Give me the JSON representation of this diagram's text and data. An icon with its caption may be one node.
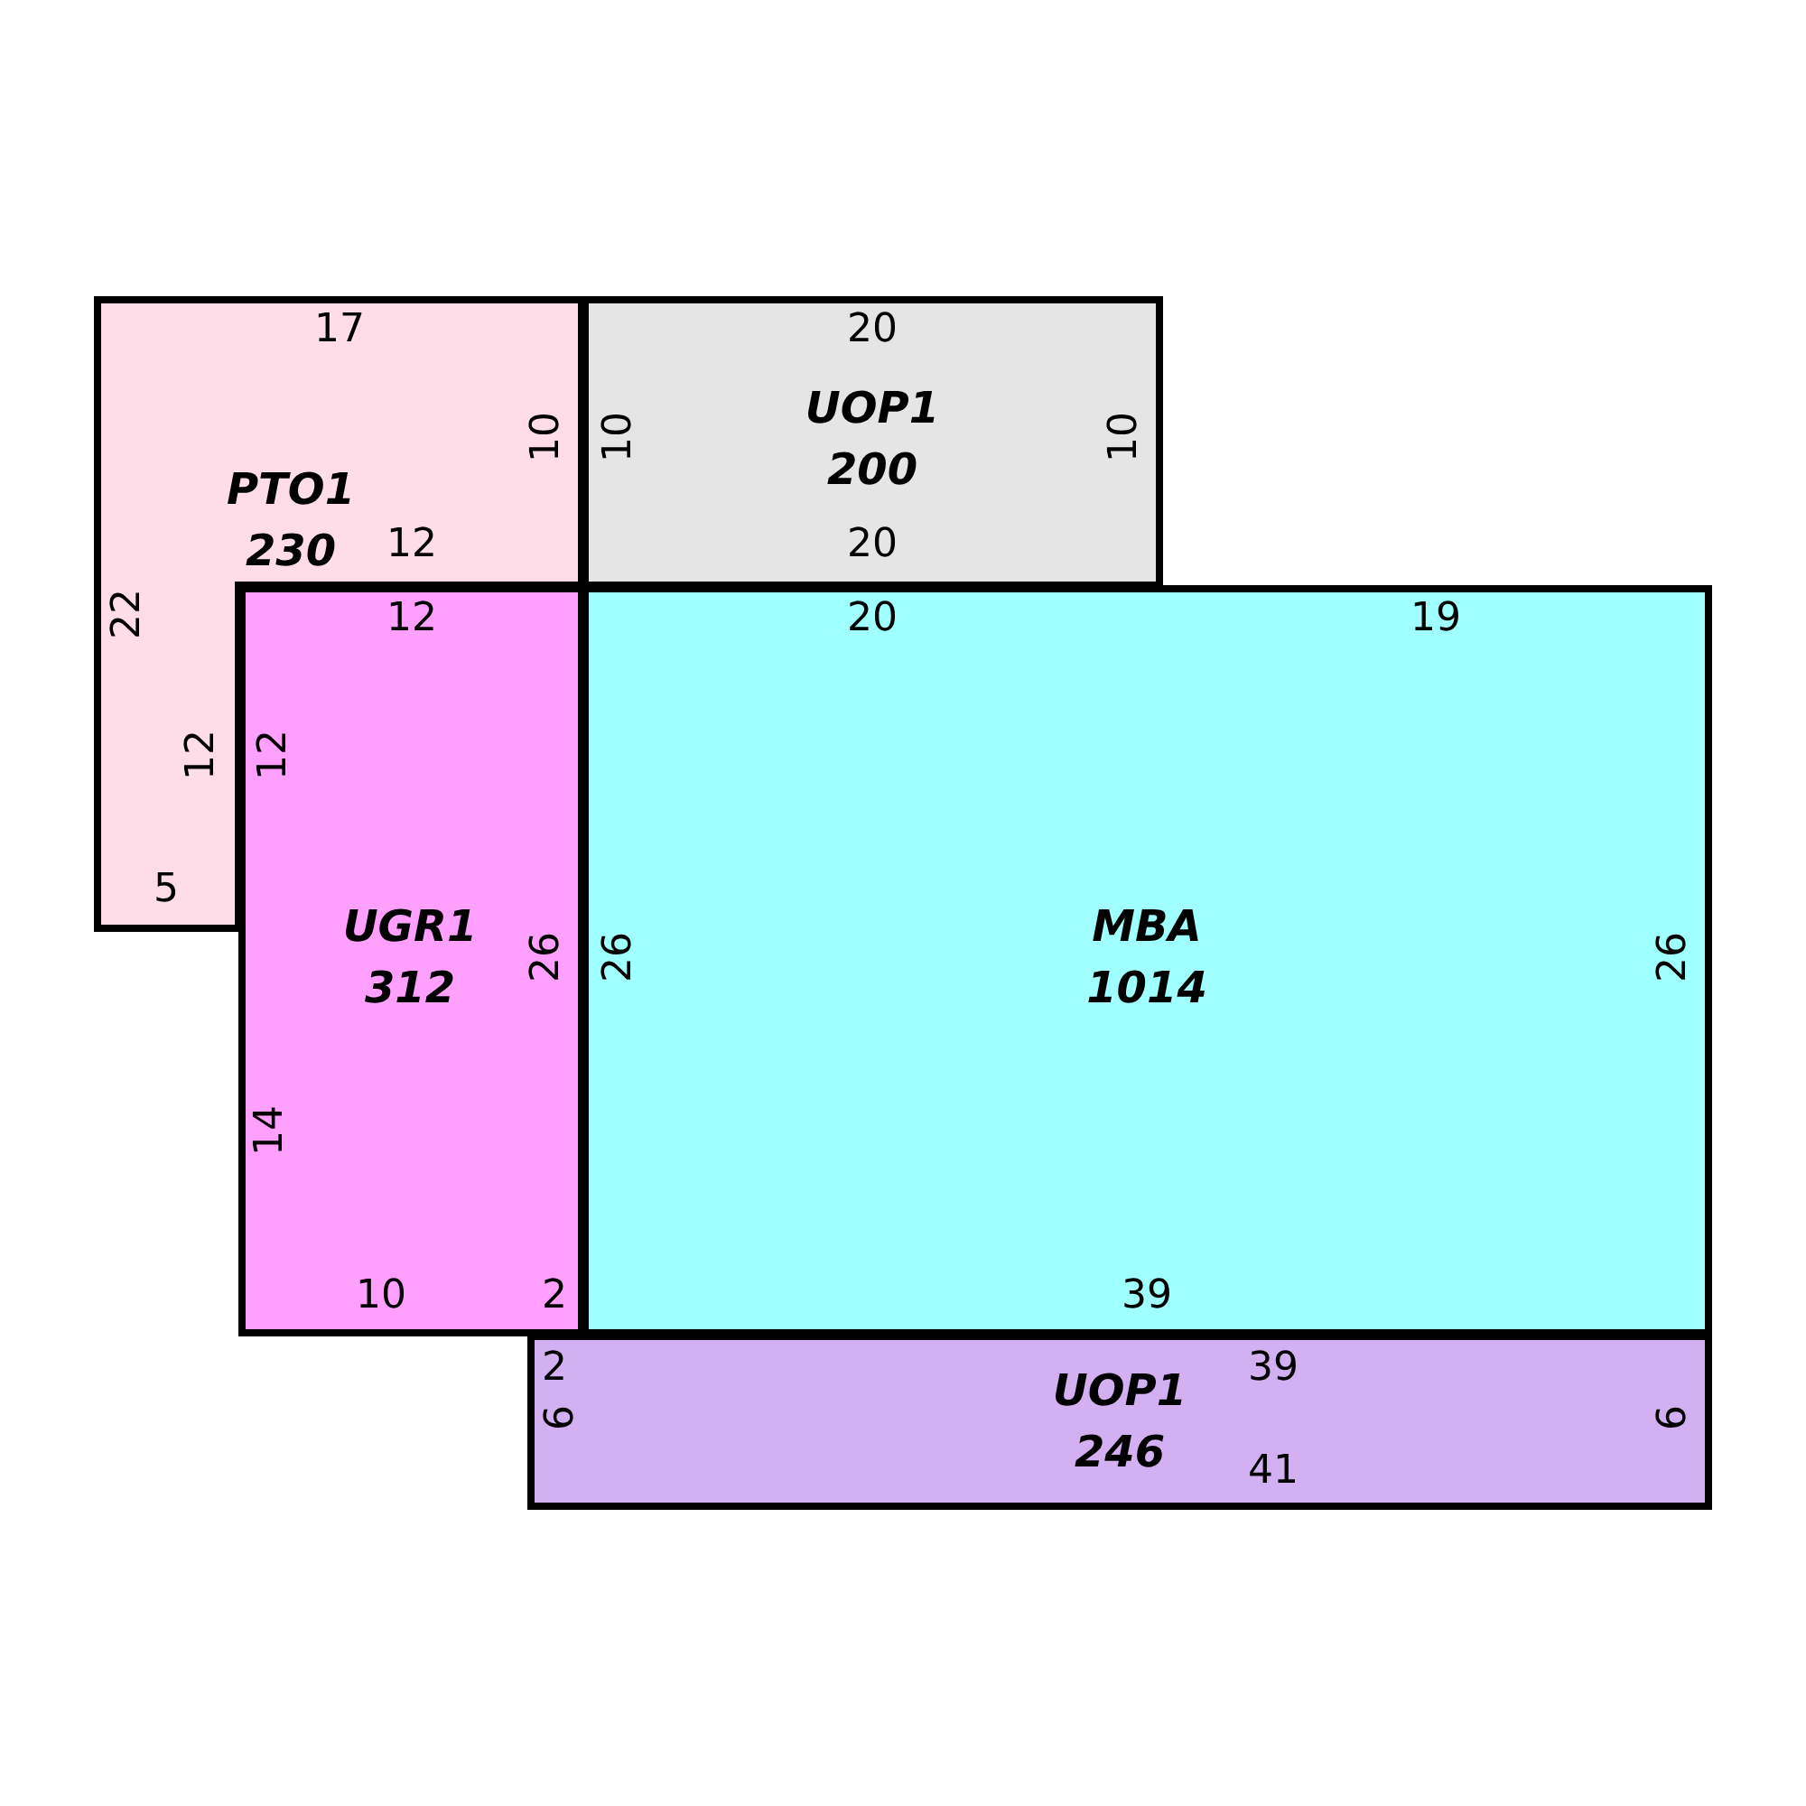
{
  "diagram": {
    "nodes": [
      {
        "text": [
          "PTO1",
          "230"
        ]
      },
      {
        "text": [
          "UOP1",
          "200"
        ]
      },
      {
        "text": [
          "UGR1",
          "312"
        ]
      },
      {
        "text": [
          "MBA",
          "1014"
        ]
      },
      {
        "text": [
          "UOP1",
          "246"
        ]
      }
    ],
    "labels": [
      "17",
      "20",
      "10",
      "10",
      "10",
      "12",
      "20",
      "22",
      "12",
      "20",
      "19",
      "12",
      "12",
      "5",
      "26",
      "26",
      "26",
      "14",
      "10",
      "2",
      "39",
      "2",
      "39",
      "6",
      "6",
      "41"
    ]
  }
}
